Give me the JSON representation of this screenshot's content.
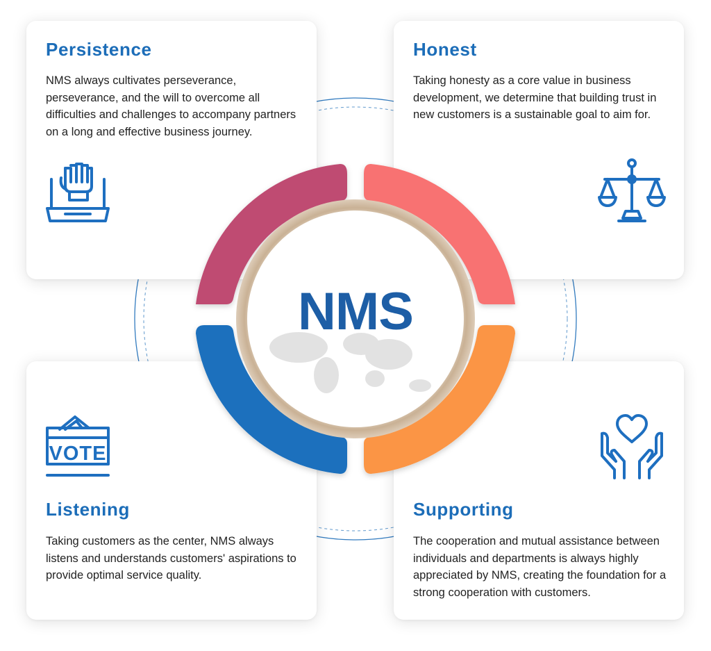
{
  "center": {
    "label": "NMS"
  },
  "cards": {
    "persistence": {
      "title": "Persistence",
      "text": "NMS always cultivates perseverance, perseverance, and the will to overcome all difficulties and challenges to accompany partners on a long and effective business journey.",
      "icon": "raised-fist-icon"
    },
    "honest": {
      "title": "Honest",
      "text": "Taking honesty as a core value in business development, we determine that building trust in new customers is a sustainable goal to aim for.",
      "icon": "balance-scale-icon"
    },
    "listening": {
      "title": "Listening",
      "text": "Taking customers as the center, NMS always listens and understands customers' aspirations to provide optimal service quality.",
      "icon": "vote-box-icon",
      "icon_label": "VOTE"
    },
    "supporting": {
      "title": "Supporting",
      "text": "The cooperation and mutual assistance between individuals and departments is always highly appreciated by NMS, creating the foundation for a strong cooperation with customers.",
      "icon": "heart-in-hands-icon"
    }
  },
  "colors": {
    "title_blue": "#1c6db8",
    "icon_blue": "#1e6fc0",
    "segment_persistence": "#bf4b72",
    "segment_honest": "#f87272",
    "segment_listening": "#1a6fbd",
    "segment_supporting": "#fb9544",
    "ring_beige": "#d3bda2"
  }
}
